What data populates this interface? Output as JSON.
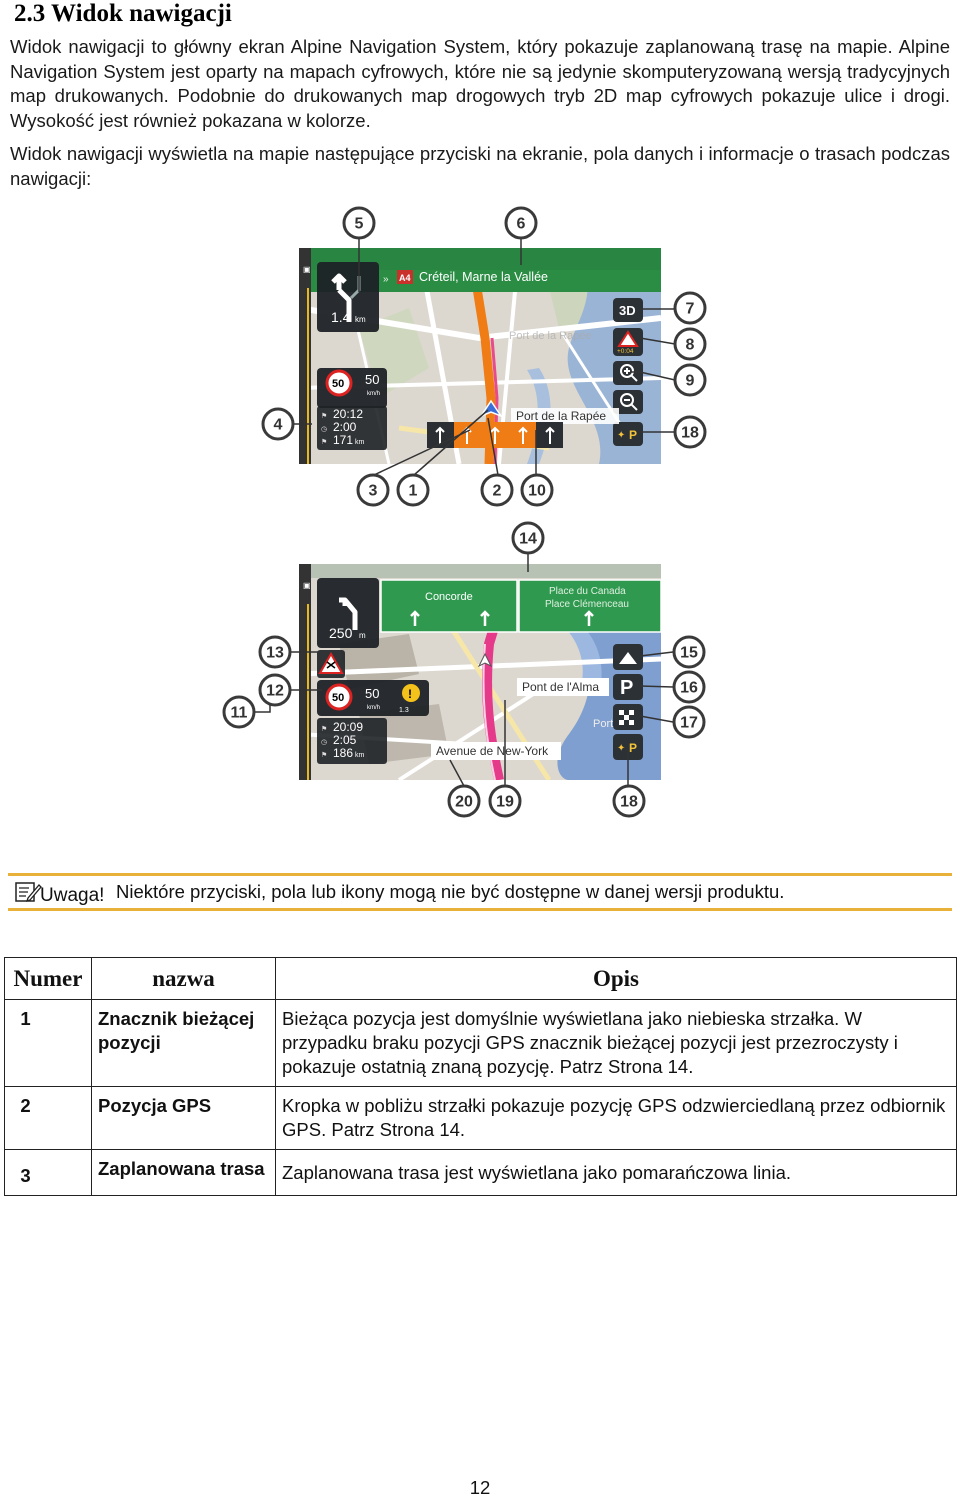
{
  "heading": "2.3 Widok nawigacji",
  "paragraphs": [
    "Widok nawigacji to główny ekran Alpine Navigation System, który pokazuje zaplanowaną trasę na mapie. Alpine Navigation System jest oparty na mapach cyfrowych, które nie są jedynie skomputeryzowaną wersją tradycyjnych map drukowanych. Podobnie do drukowanych map drogowych tryb 2D map cyfrowych pokazuje ulice i drogi. Wysokość jest również pokazana w kolorze.",
    "Widok nawigacji wyświetla na mapie następujące przyciski na ekranie, pola danych i informacje o trasach podczas nawigacji:"
  ],
  "screen1": {
    "distance": "1.4",
    "distance_unit": "km",
    "road_badge": "A4",
    "street": "Créteil, Marne la Vallée",
    "view_button": "3D",
    "delay": "+0:04",
    "map_label_faded": "Port de la Rapée",
    "map_label": "Port de la Rapée",
    "speed_limit": "50",
    "speed": "50",
    "speed_unit": "km/h",
    "arrival": "20:12",
    "remaining_time": "2:00",
    "remaining_distance": "171",
    "distance_small_unit": "km"
  },
  "screen2": {
    "distance": "250",
    "distance_unit": "m",
    "sign_left": "Concorde",
    "sign_right_1": "Place du Canada",
    "sign_right_2": "Place Clémenceau",
    "speed_limit": "50",
    "speed": "50",
    "speed_unit": "km/h",
    "alert_distance": "1.3",
    "arrival": "20:09",
    "remaining_time": "2:05",
    "remaining_distance": "186",
    "distance_small_unit": "km",
    "map_label_1": "Pont de l'Alma",
    "map_label_2": "Avenue de New-York",
    "map_label_3": "Port"
  },
  "callouts_top": [
    "5",
    "6",
    "7",
    "8",
    "9",
    "18",
    "4",
    "3",
    "1",
    "2",
    "10"
  ],
  "callouts_bottom": [
    "14",
    "13",
    "12",
    "11",
    "15",
    "16",
    "17",
    "20",
    "19",
    "18"
  ],
  "note": {
    "title": "Uwaga!",
    "text": "Niektóre przyciski, pola lub ikony mogą nie być dostępne w danej wersji produktu."
  },
  "table": {
    "headers": [
      "Numer",
      "nazwa",
      "Opis"
    ],
    "rows": [
      {
        "num": "1",
        "name": "Znacznik bieżącej pozycji",
        "desc": "Bieżąca pozycja jest domyślnie wyświetlana jako niebieska strzałka. W przypadku braku pozycji GPS znacznik bieżącej pozycji jest przezroczysty i pokazuje ostatnią znaną pozycję. Patrz Strona 14."
      },
      {
        "num": "2",
        "name": "Pozycja GPS",
        "desc": "Kropka w pobliżu strzałki pokazuje pozycję GPS odzwierciedlaną przez odbiornik GPS. Patrz Strona 14."
      },
      {
        "num": "3",
        "name": "Zaplanowana trasa",
        "desc": "Zaplanowana trasa jest wyświetlana jako pomarańczowa linia."
      }
    ]
  },
  "page_number": "12"
}
